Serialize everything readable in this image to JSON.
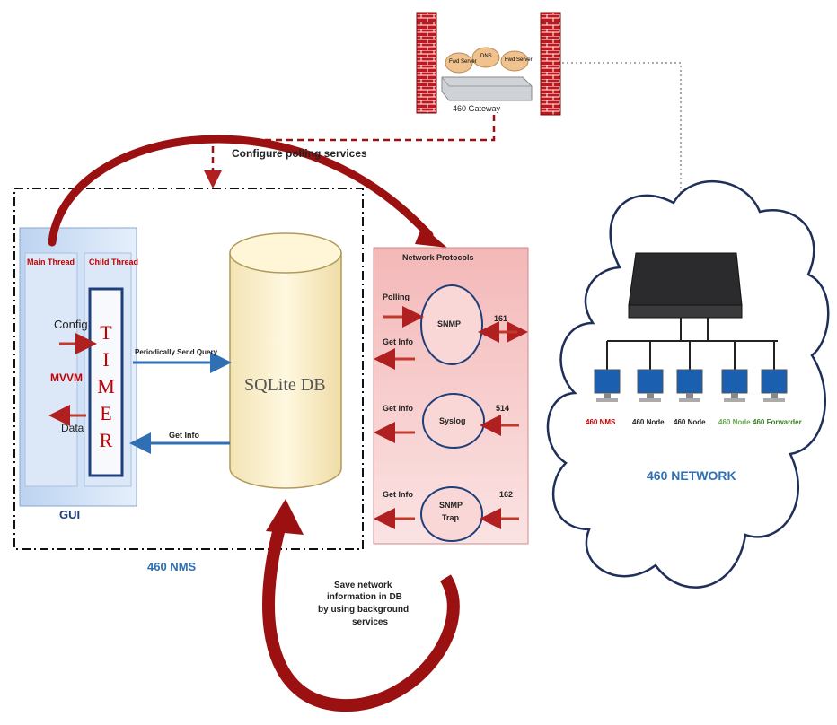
{
  "gateway": {
    "label": "460 Gateway",
    "services": [
      "Fwd Server",
      "DNS",
      "Fwd Server"
    ]
  },
  "configure_label": "Configure polling services",
  "gui": {
    "label": "GUI",
    "main_thread": "Main Thread",
    "child_thread": "Child Thread",
    "config": "Config",
    "mvvm": "MVVM",
    "data": "Data",
    "timer_letters": [
      "T",
      "I",
      "M",
      "E",
      "R"
    ]
  },
  "db": {
    "label": "SQLite DB",
    "send_query": "Periodically Send Query",
    "get_info": "Get Info"
  },
  "nms_label": "460 NMS",
  "protocols": {
    "title": "Network Protocols",
    "snmp": {
      "name": "SNMP",
      "port": "161",
      "in_label": "Polling",
      "out_label": "Get Info"
    },
    "syslog": {
      "name": "Syslog",
      "port": "514",
      "out_label": "Get Info"
    },
    "trap": {
      "name_line1": "SNMP",
      "name_line2": "Trap",
      "port": "162",
      "out_label": "Get Info"
    }
  },
  "save_note": [
    "Save network",
    "information in DB",
    "by using background",
    "services"
  ],
  "network": {
    "label": "460 NETWORK",
    "nodes": [
      {
        "label": "460 NMS",
        "color": "#c00000"
      },
      {
        "label": "460 Node",
        "color": "#222222"
      },
      {
        "label": "460 Node",
        "color": "#222222"
      },
      {
        "label": "460 Node",
        "color": "#6aa84f"
      },
      {
        "label": "460 Forwarder",
        "color": "#3c7d22"
      }
    ]
  },
  "colors": {
    "dark_red": "#9b1010",
    "blue_arrow": "#2f6fb3",
    "panel_pink": "#f6c4c4",
    "gui_blue": "#cfe0f6"
  }
}
